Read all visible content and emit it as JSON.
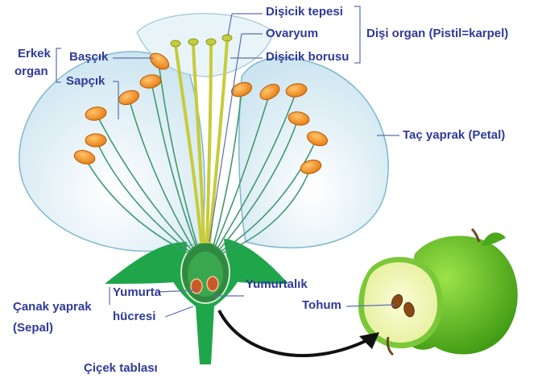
{
  "labels": {
    "stigma": "Dişicik tepesi",
    "ovary_top": "Ovaryum",
    "style": "Dişicik borusu",
    "female_organ": "Dişi organ (Pistil=karpel)",
    "male_organ_line1": "Erkek",
    "male_organ_line2": "organ",
    "anther": "Başçık",
    "filament": "Sapçık",
    "petal": "Taç yaprak (Petal)",
    "ovary": "Yumurtalık",
    "egg_cell_line1": "Yumurta",
    "egg_cell_line2": "hücresi",
    "sepal_line1": "Çanak yaprak",
    "sepal_line2": "(Sepal)",
    "receptacle": "Çiçek tablası",
    "seed": "Tohum"
  },
  "colors": {
    "label_text": "#2f3a9a",
    "leader_line": "#5a6fb0",
    "petal_fill": "#dceef6",
    "petal_edge": "#7fb8cf",
    "anther": "#f08a1c",
    "filament": "#3f9a70",
    "style": "#c6cc3a",
    "sepal": "#1fa54a",
    "apple_green": "#62c21e",
    "apple_flesh": "#f5f7c8"
  }
}
